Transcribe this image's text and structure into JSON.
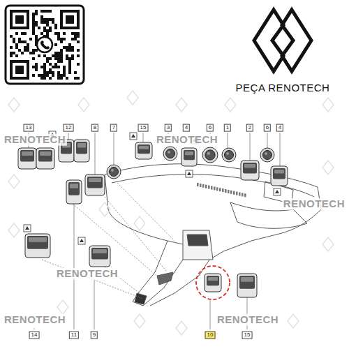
{
  "diagram": {
    "labels": [
      "PEÇA RENOTECH",
      "13",
      "12",
      "8",
      "7",
      "15",
      "3",
      "4",
      "6",
      "1",
      "2",
      "6",
      "4",
      "RENOTECH",
      "RENOTECH",
      "RENOTECH",
      "RENOTECH",
      "14",
      "11",
      "9",
      "RENOTECH",
      "10",
      "RENOTECH",
      "15"
    ]
  }
}
